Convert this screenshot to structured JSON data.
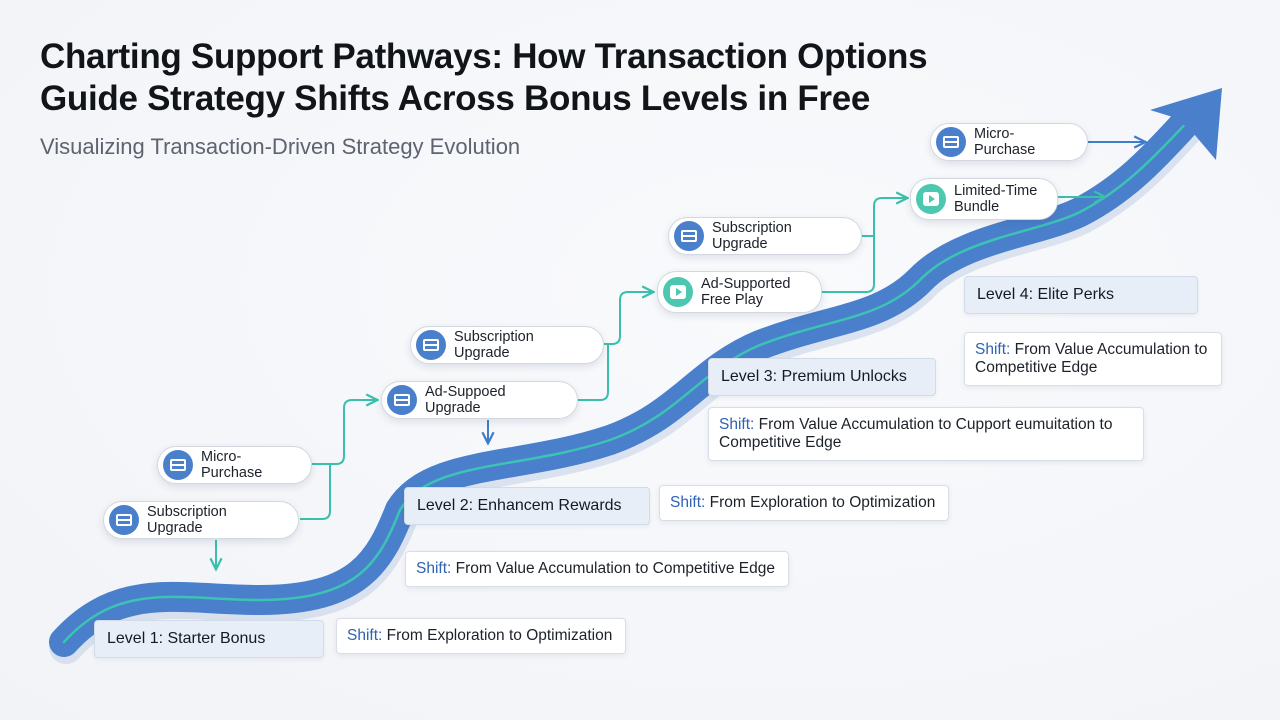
{
  "title": {
    "line1": "Charting Support Pathways: How Transaction Options",
    "line2": "Guide Strategy Shifts Across Bonus Levels in Free"
  },
  "subtitle": "Visualizing Transaction-Driven Strategy Evolution",
  "colors": {
    "path_main": "#4a7fcb",
    "path_inner": "#3cc3b5",
    "connector_teal": "#3bbfad",
    "connector_blue": "#3f7ccc",
    "level_bg": "#e8eef7"
  },
  "levels": [
    {
      "label": "Level 1: Starter Bonus"
    },
    {
      "label": "Level 2: Enhancem Rewards"
    },
    {
      "label": "Level 3: Premium Unlocks"
    },
    {
      "label": "Level 4: Elite Perks"
    }
  ],
  "shifts": [
    {
      "key": "Shift:",
      "text": " From Exploration to Optimization"
    },
    {
      "key": "Shift:",
      "text": " From Value Accumulation to Competitive Edge"
    },
    {
      "key": "Shift:",
      "text": " From Exploration to Optimization"
    },
    {
      "key": "Shift:",
      "text": " From Value Accumulation to Cupport eumuitation to Competitive Edge"
    },
    {
      "key": "Shift:",
      "text": " From Value Accumulation to Competitive Edge"
    }
  ],
  "options": [
    {
      "label": "Subscription Upgrade",
      "icon": "card-icon"
    },
    {
      "label": "Micro-Purchase",
      "icon": "card-icon"
    },
    {
      "label": "Ad-Suppoed Upgrade",
      "icon": "card-icon"
    },
    {
      "label": "Subscription Upgrade",
      "icon": "card-icon"
    },
    {
      "label": "Ad-Supported Free Play",
      "icon": "play-icon"
    },
    {
      "label": "Subscription Upgrade",
      "icon": "card-icon"
    },
    {
      "label": "Limited-Time Bundle",
      "icon": "play-icon"
    },
    {
      "label": "Micro-Purchase",
      "icon": "card-icon"
    }
  ]
}
